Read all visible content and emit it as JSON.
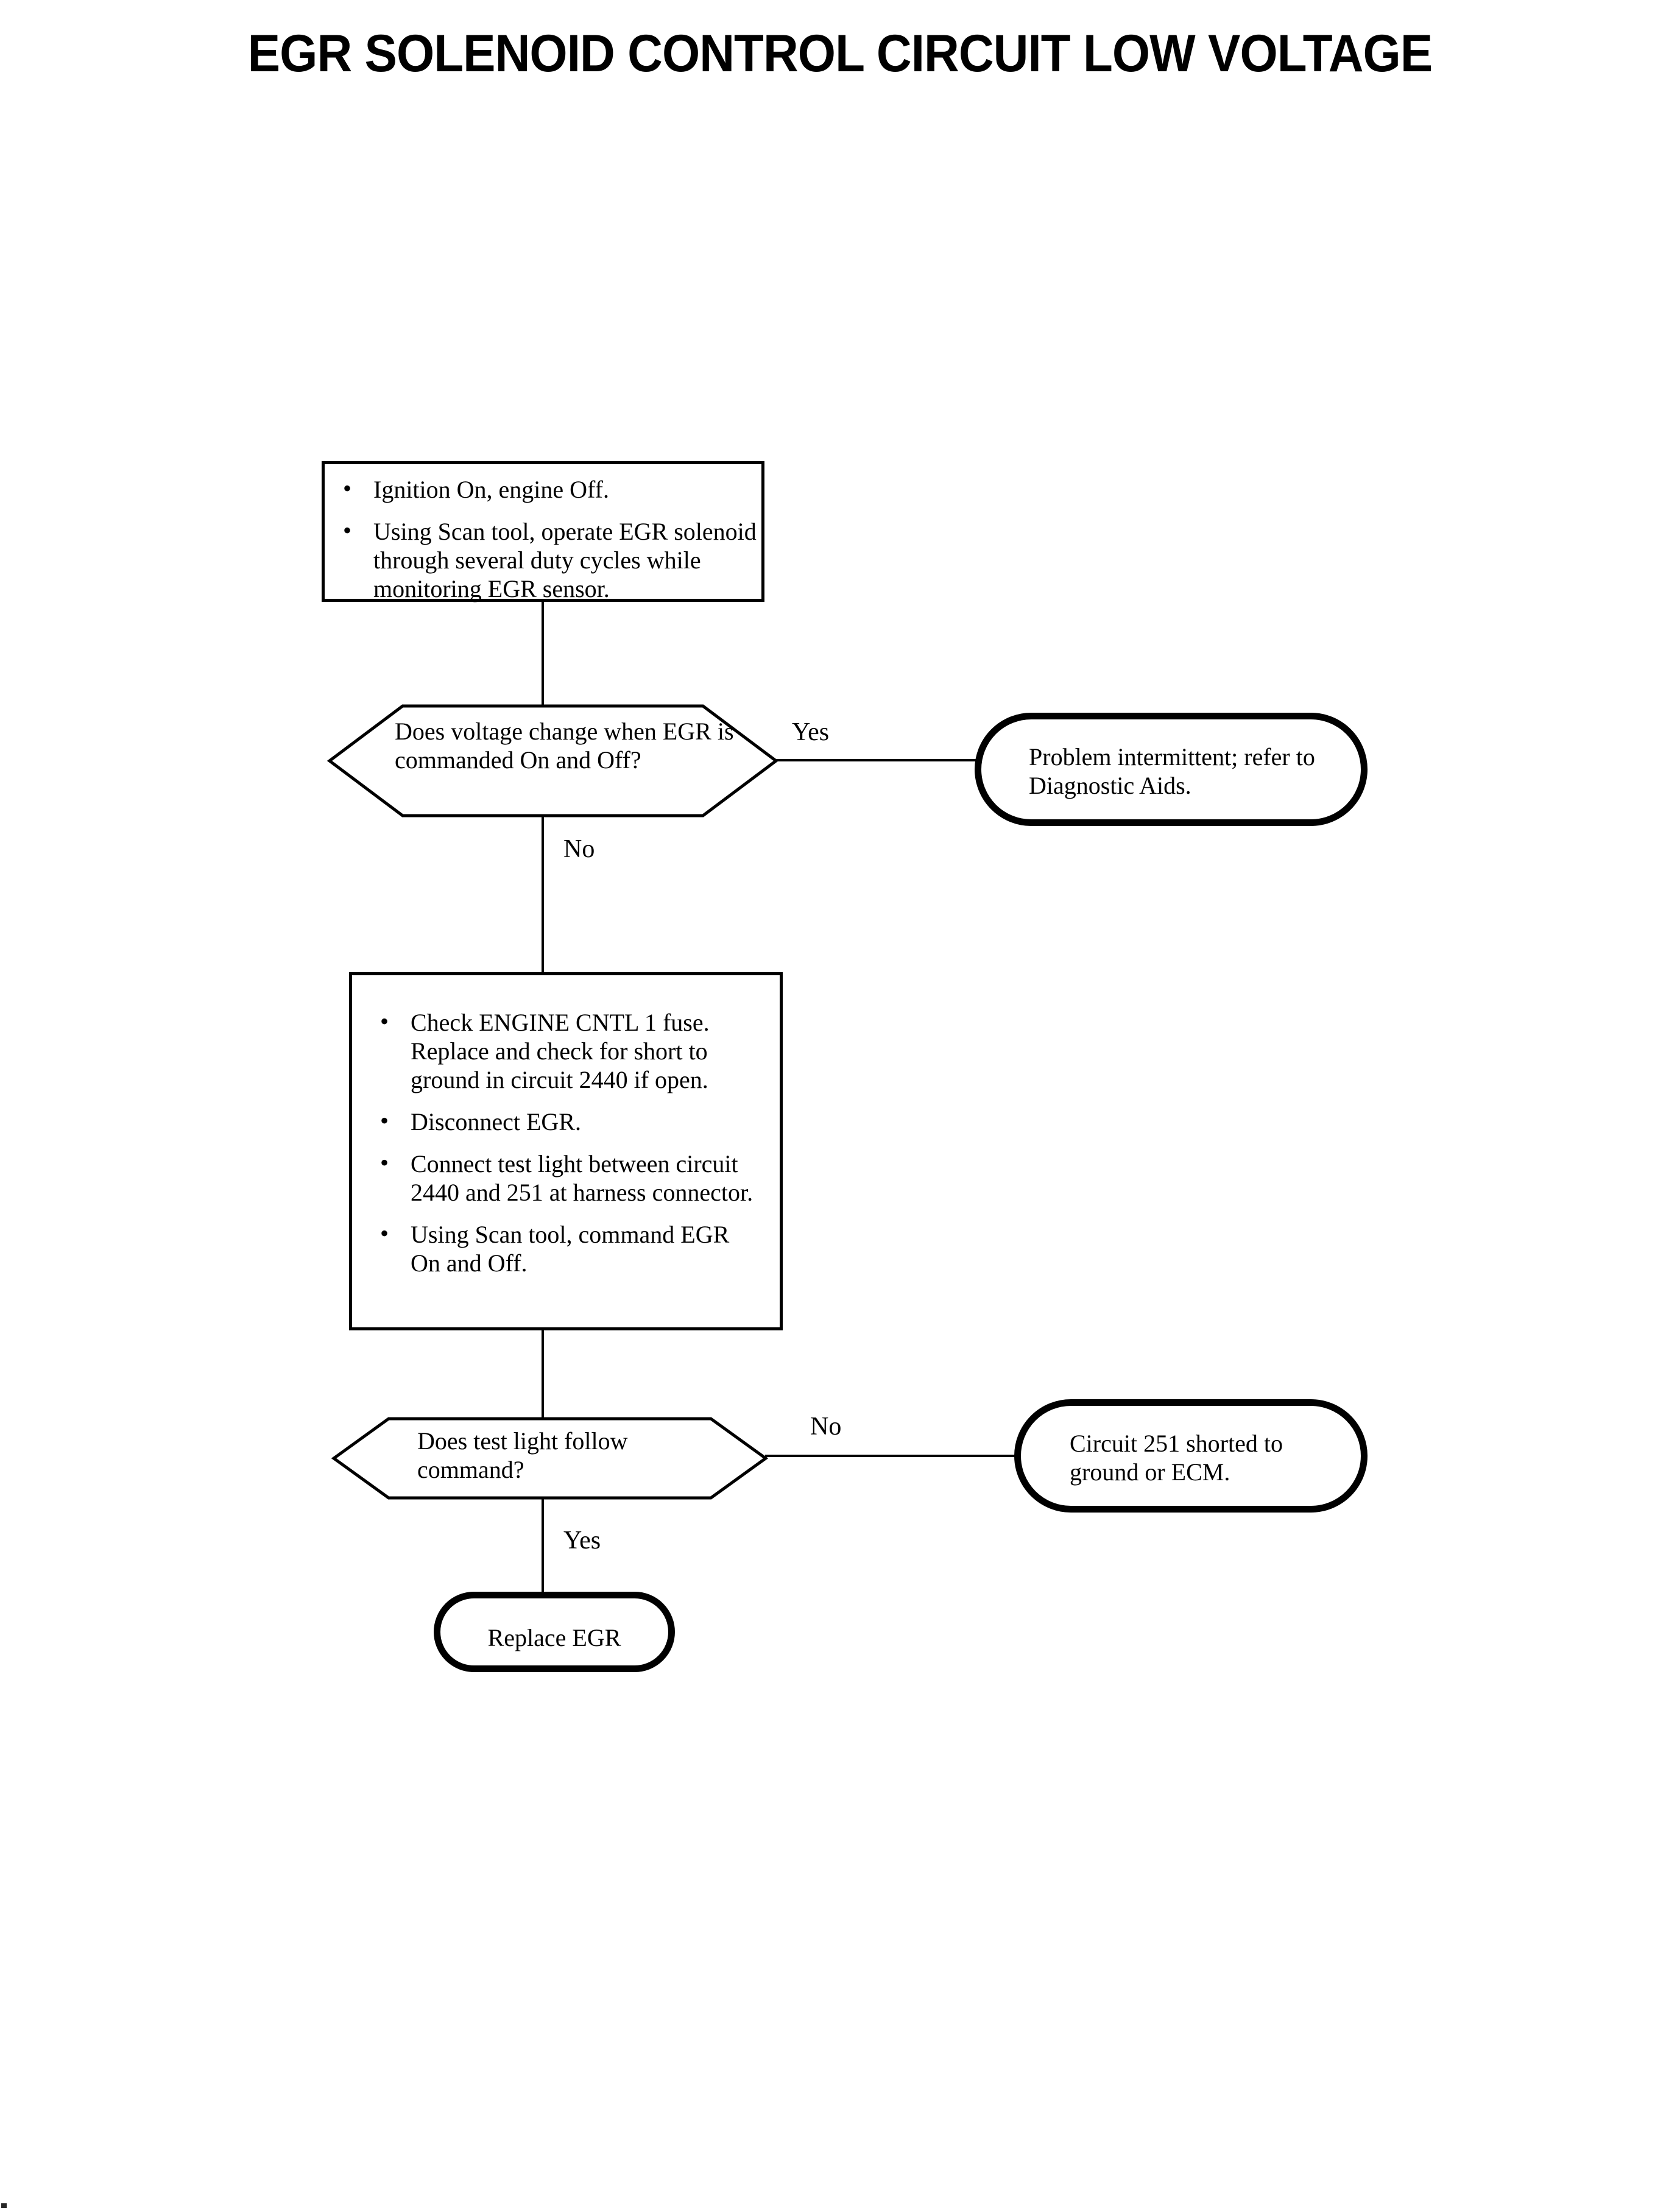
{
  "page": {
    "title": "EGR SOLENOID CONTROL CIRCUIT LOW VOLTAGE",
    "background_color": "#ffffff",
    "ink_color": "#000000"
  },
  "flowchart": {
    "type": "diagnostic-flowchart",
    "nodes": [
      {
        "id": "process-1",
        "shape": "rectangle",
        "bullets": [
          "Ignition On, engine Off.",
          "Using Scan tool, operate EGR solenoid through several  duty cycles while monitoring  EGR sensor."
        ]
      },
      {
        "id": "decision-1",
        "shape": "hexagon",
        "text": "Does voltage change when EGR is commanded On and Off?"
      },
      {
        "id": "terminator-1",
        "shape": "stadium",
        "text": "Problem intermittent; refer to Diagnostic Aids."
      },
      {
        "id": "process-2",
        "shape": "rectangle",
        "bullets": [
          "Check ENGINE CNTL 1 fuse. Replace and check for short to ground in circuit 2440 if open.",
          "Disconnect EGR.",
          "Connect test light between circuit 2440 and 251 at harness connector.",
          "Using Scan tool, command EGR On and Off."
        ]
      },
      {
        "id": "decision-2",
        "shape": "hexagon",
        "text": "Does test light follow command?"
      },
      {
        "id": "terminator-2",
        "shape": "stadium",
        "text": "Circuit 251 shorted to ground or ECM."
      },
      {
        "id": "terminator-3",
        "shape": "stadium",
        "text": "Replace EGR"
      }
    ],
    "edge_labels": {
      "decision_1_yes": "Yes",
      "decision_1_no": "No",
      "decision_2_no": "No",
      "decision_2_yes": "Yes"
    }
  }
}
